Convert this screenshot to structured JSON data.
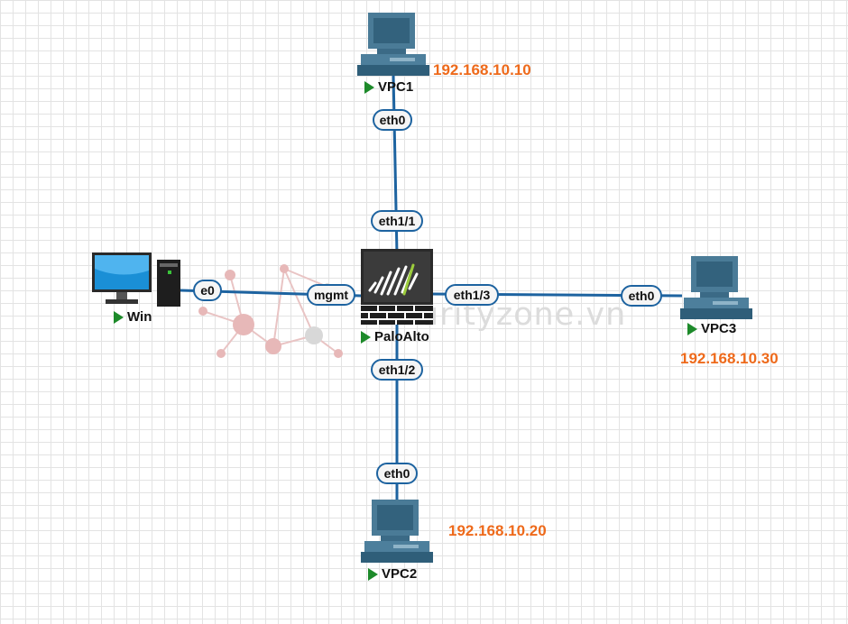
{
  "nodes": {
    "vpc1": {
      "name": "VPC1",
      "ip": "192.168.10.10",
      "icon": "desktop-pc-icon"
    },
    "vpc2": {
      "name": "VPC2",
      "ip": "192.168.10.20",
      "icon": "desktop-pc-icon"
    },
    "vpc3": {
      "name": "VPC3",
      "ip": "192.168.10.30",
      "icon": "desktop-pc-icon"
    },
    "win": {
      "name": "Win",
      "icon": "windows-workstation-icon"
    },
    "paloalto": {
      "name": "PaloAlto",
      "icon": "firewall-icon"
    }
  },
  "ports": {
    "vpc1_eth0": "eth0",
    "pa_eth1_1": "eth1/1",
    "pa_eth1_2": "eth1/2",
    "vpc2_eth0": "eth0",
    "pa_eth1_3": "eth1/3",
    "vpc3_eth0": "eth0",
    "win_e0": "e0",
    "pa_mgmt": "mgmt"
  },
  "watermark": {
    "text": "urityzone.vn"
  },
  "colors": {
    "link": "#1d63a0",
    "ip_text": "#ee6a1b",
    "running_indicator": "#1d8a2a",
    "grid": "#e3e3e3"
  }
}
